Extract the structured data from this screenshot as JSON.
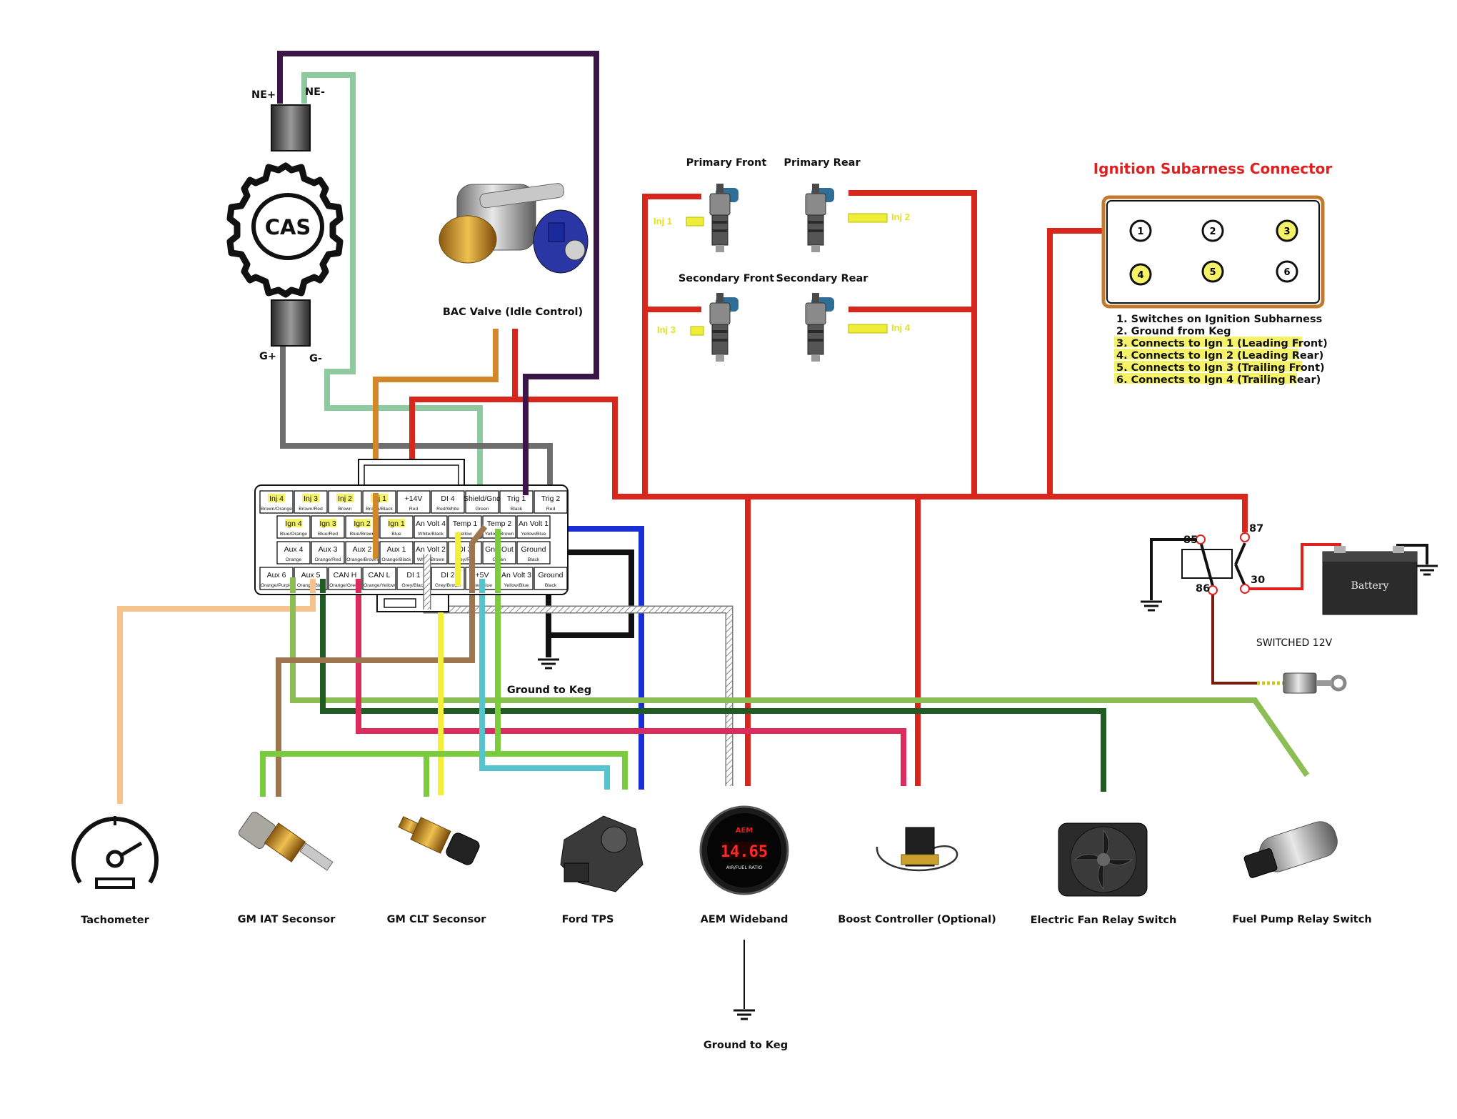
{
  "labels": {
    "cas": "CAS",
    "ne_plus": "NE+",
    "ne_minus": "NE-",
    "g_plus": "G+",
    "g_minus": "G-",
    "bac_valve": "BAC Valve (Idle Control)",
    "primary_front": "Primary Front",
    "primary_rear": "Primary Rear",
    "secondary_front": "Secondary Front",
    "secondary_rear": "Secondary Rear",
    "inj1": "Inj 1",
    "inj2": "Inj 2",
    "inj3": "Inj 3",
    "inj4": "Inj 4",
    "ground_to_keg_top": "Ground to Keg",
    "ground_to_keg_bottom": "Ground to Keg",
    "switched_12v": "SWITCHED 12V",
    "battery": "Battery",
    "relay_85": "85",
    "relay_86": "86",
    "relay_87": "87",
    "relay_30": "30"
  },
  "ignition_connector": {
    "title": "Ignition Subarness Connector",
    "pins": [
      "1",
      "2",
      "3",
      "4",
      "5",
      "6"
    ],
    "notes": [
      "1. Switches on Ignition Subharness",
      "2. Ground from Keg",
      "3. Connects to Ign 1 (Leading Front)",
      "4. Connects to Ign 2 (Leading Rear)",
      "5. Connects to Ign 3 (Trailing Front)",
      "6. Connects to Ign 4 (Trailing Rear)"
    ]
  },
  "ecu_connector": {
    "rows": [
      [
        [
          "Inj 4",
          "Brown/Orange"
        ],
        [
          "Inj 3",
          "Brown/Red"
        ],
        [
          "Inj 2",
          "Brown"
        ],
        [
          "Inj 1",
          "Brown/Black"
        ],
        [
          "+14V",
          "Red"
        ],
        [
          "DI 4",
          "Red/White"
        ],
        [
          "Shield/Gnd",
          "Green"
        ],
        [
          "Trig 1",
          "Black"
        ],
        [
          "Trig 2",
          "Red"
        ]
      ],
      [
        [
          "Ign 4",
          "Blue/Orange"
        ],
        [
          "Ign 3",
          "Blue/Red"
        ],
        [
          "Ign 2",
          "Blue/Brown"
        ],
        [
          "Ign 1",
          "Blue"
        ],
        [
          "An Volt 4",
          "White/Black"
        ],
        [
          "Temp 1",
          "Yellow"
        ],
        [
          "Temp 2",
          "Yellow/Brown"
        ],
        [
          "An Volt 1",
          "Yellow/Blue"
        ]
      ],
      [
        [
          "Aux 4",
          "Orange"
        ],
        [
          "Aux 3",
          "Orange/Red"
        ],
        [
          "Aux 2",
          "Orange/Brown"
        ],
        [
          "Aux 1",
          "Orange/Black"
        ],
        [
          "An Volt 2",
          "White/Brown"
        ],
        [
          "DI 3",
          "Grey/Red"
        ],
        [
          "Gnd Out",
          "Green"
        ],
        [
          "Ground",
          "Black"
        ]
      ],
      [
        [
          "Aux 6",
          "Orange/Purple"
        ],
        [
          "Aux 5",
          "Orange/Blue"
        ],
        [
          "CAN H",
          "Orange/Green"
        ],
        [
          "CAN L",
          "Orange/Yellow"
        ],
        [
          "DI 1",
          "Grey/Black"
        ],
        [
          "DI 2",
          "Grey/Brown"
        ],
        [
          "+5V",
          "Red/Blue"
        ],
        [
          "An Volt 3",
          "Yellow/Blue"
        ],
        [
          "Ground",
          "Black"
        ]
      ]
    ]
  },
  "devices": [
    "Tachometer",
    "GM IAT Seconsor",
    "GM CLT Seconsor",
    "Ford TPS",
    "AEM Wideband",
    "Boost Controller (Optional)",
    "Electric Fan Relay Switch",
    "Fuel Pump Relay Switch"
  ],
  "gauge": {
    "digits": "14.65",
    "brand": "AEM",
    "caption": "AIR/FUEL RATIO"
  },
  "colors": {
    "red": "#d8261c",
    "purple": "#3b1646",
    "light_green": "#8ec9a0",
    "grey": "#6e6e6e",
    "orange": "#d4872a",
    "tan": "#f6c38d",
    "olive_green": "#8dbd55",
    "dark_green": "#1f5b23",
    "pink": "#dc2c5d",
    "brown": "#9d7650",
    "yellow": "#f2f03a",
    "cyan": "#55c4cc",
    "bright_green": "#7bcc3c",
    "blue": "#1b2ed6",
    "black": "#111111",
    "dark_red": "#7a1c10",
    "title_red": "#e02020",
    "highlight": "#f6f268",
    "connector_border": "#c27b2c"
  }
}
